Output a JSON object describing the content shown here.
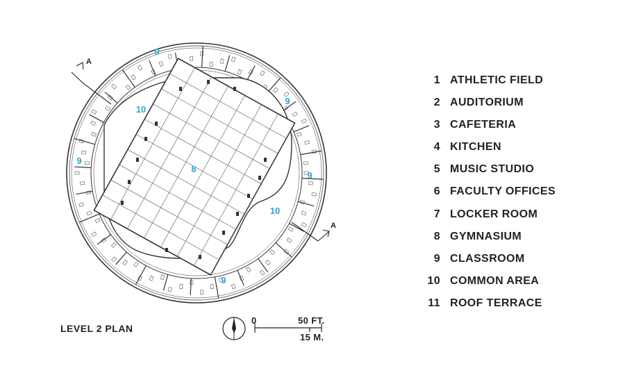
{
  "legend": [
    {
      "num": "1",
      "label": "ATHLETIC FIELD"
    },
    {
      "num": "2",
      "label": "AUDITORIUM"
    },
    {
      "num": "3",
      "label": "CAFETERIA"
    },
    {
      "num": "4",
      "label": "KITCHEN"
    },
    {
      "num": "5",
      "label": "MUSIC STUDIO"
    },
    {
      "num": "6",
      "label": "FACULTY OFFICES"
    },
    {
      "num": "7",
      "label": "LOCKER ROOM"
    },
    {
      "num": "8",
      "label": "GYMNASIUM"
    },
    {
      "num": "9",
      "label": "CLASSROOM"
    },
    {
      "num": "10",
      "label": "COMMON AREA"
    },
    {
      "num": "11",
      "label": "ROOF TERRACE"
    }
  ],
  "plan_title": "LEVEL 2 PLAN",
  "scale": {
    "zero": "0",
    "feet": "50 FT.",
    "meters": "15 M."
  },
  "section_label": "A",
  "room_labels": {
    "gym": "8",
    "classroom": "9",
    "common": "10"
  },
  "colors": {
    "line": "#333333",
    "accent": "#29a3d4"
  },
  "icons": [
    "north-arrow-icon",
    "section-cut-arrow-icon"
  ]
}
